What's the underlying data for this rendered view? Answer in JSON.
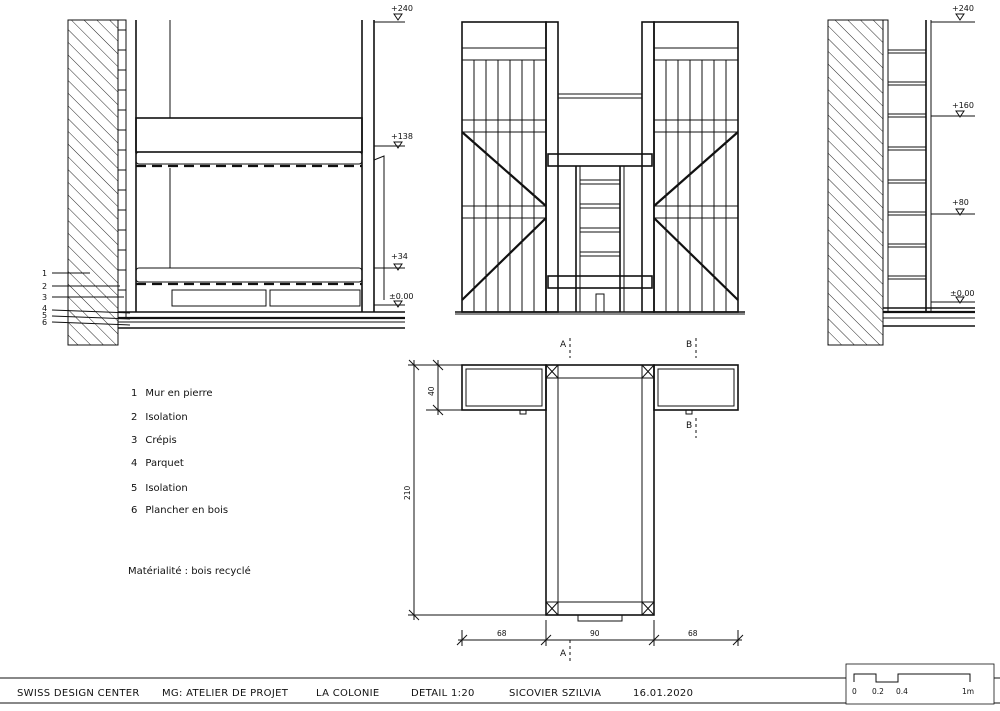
{
  "elevation_markers": {
    "left": [
      "+240",
      "+138",
      "+34",
      "±0.00"
    ],
    "right": [
      "+240",
      "+160",
      "+80",
      "±0.00"
    ]
  },
  "callout_numbers": [
    "1",
    "2",
    "3",
    "4",
    "5",
    "6"
  ],
  "legend": [
    {
      "num": "1",
      "text": "Mur en pierre"
    },
    {
      "num": "2",
      "text": "Isolation"
    },
    {
      "num": "3",
      "text": "Crépis"
    },
    {
      "num": "4",
      "text": "Parquet"
    },
    {
      "num": "5",
      "text": "Isolation"
    },
    {
      "num": "6",
      "text": "Plancher en bois"
    }
  ],
  "materialite": "Matérialité : bois recyclé",
  "plan_dimensions": {
    "height_top": "40",
    "height_total": "210",
    "width_left": "68",
    "width_center": "90",
    "width_right": "68"
  },
  "section_marks": {
    "a": "A",
    "b": "B"
  },
  "scale_bar": {
    "labels": [
      "0",
      "0.2",
      "0.4",
      "1m"
    ]
  },
  "title_block": [
    "SWISS DESIGN CENTER",
    "MG: ATELIER DE PROJET",
    "LA COLONIE",
    "DETAIL 1:20",
    "SICOVIER SZILVIA",
    "16.01.2020"
  ]
}
